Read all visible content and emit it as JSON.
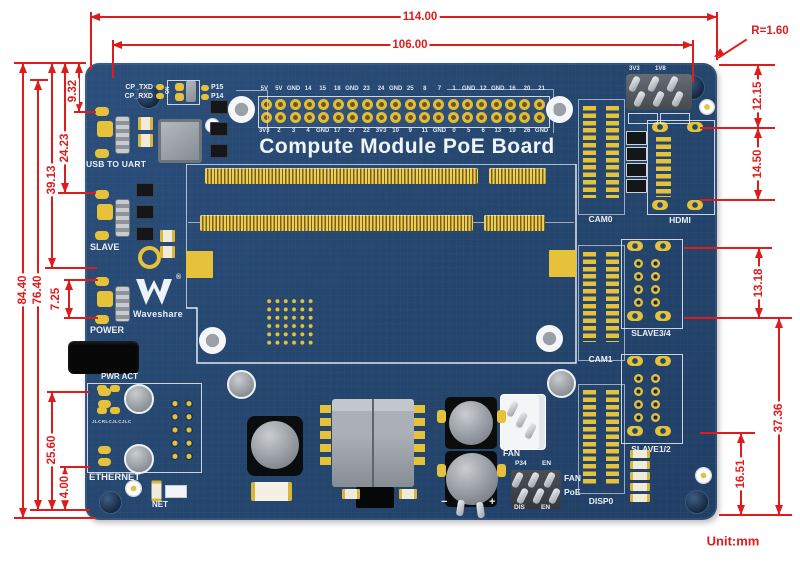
{
  "title": "Compute Module PoE Board",
  "unit_note": "Unit:mm",
  "colors": {
    "board_blue": "#264973",
    "dimension_red": "#e01b1b",
    "pad_yellow": "#e6c23b",
    "silk_white": "#e9eff6"
  },
  "dimensions": {
    "board_width": "114.00",
    "inner_width": "106.00",
    "corner_radius": "R=1.60",
    "top_to_hdmi": "12.15",
    "hdmi_height": "14.50",
    "slave34_pitch": "13.18",
    "slave_to_bottom": "37.36",
    "slave12_to_bottom": "16.51",
    "board_height": "84.40",
    "inner_height": "76.40",
    "top_to_power": "39.13",
    "top_to_slave": "24.23",
    "top_to_uart": "9.32",
    "power_led_pitch": "7.25",
    "ethernet_span": "25.60",
    "net_offset": "4.00"
  },
  "gpio_header": {
    "top_row": [
      "5V",
      "5V",
      "GND",
      "14",
      "15",
      "18",
      "GND",
      "23",
      "24",
      "GND",
      "25",
      "8",
      "7",
      "1",
      "GND",
      "12",
      "GND",
      "16",
      "20",
      "21"
    ],
    "bottom_row": [
      "3V3",
      "2",
      "3",
      "4",
      "GND",
      "17",
      "27",
      "22",
      "3V3",
      "10",
      "9",
      "11",
      "GND",
      "0",
      "5",
      "6",
      "13",
      "19",
      "26",
      "GND"
    ]
  },
  "silkscreen": {
    "cp_txd": "CP_TXD",
    "cp_rxd": "CP_RXD",
    "on": "ON",
    "p15": "P15",
    "p14": "P14",
    "usb_to_uart": "USB TO UART",
    "slave": "SLAVE",
    "power": "POWER",
    "pwr_act": "PWR ACT",
    "ethernet": "ETHERNET",
    "eth_code": "JLCRLCJLCJLC",
    "net": "NET",
    "brand": "Waveshare",
    "brand_reg": "®",
    "cam0": "CAM0",
    "cam1": "CAM1",
    "hdmi": "HDMI",
    "disp0": "DISP0",
    "slave34": "SLAVE3/4",
    "slave12": "SLAVE1/2",
    "hdr_3v3": "3V3",
    "hdr_1v8": "1V8",
    "fan_connector": "FAN",
    "jumper": {
      "p34": "P34",
      "en_top": "EN",
      "fan": "FAN",
      "poe": "PoE",
      "dis": "DIS",
      "en_bottom": "EN"
    },
    "cap_minus": "−",
    "cap_plus": "+"
  }
}
